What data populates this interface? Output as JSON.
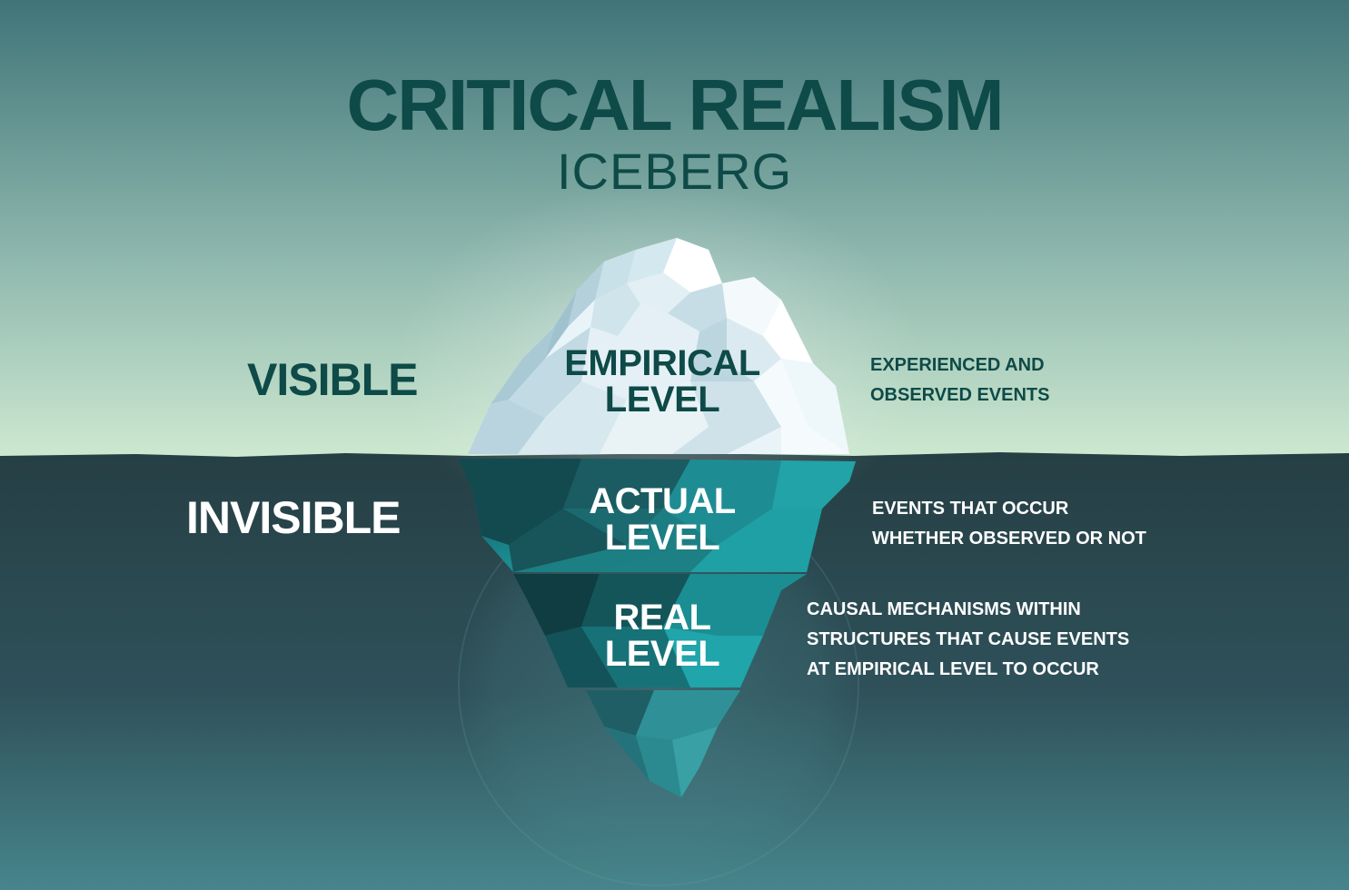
{
  "title": "CRITICAL REALISM",
  "subtitle": "ICEBERG",
  "zones": {
    "above": "VISIBLE",
    "below": "INVISIBLE"
  },
  "levels": [
    {
      "name_line1": "EMPIRICAL",
      "name_line2": "LEVEL",
      "description": [
        "EXPERIENCED AND",
        "OBSERVED EVENTS"
      ]
    },
    {
      "name_line1": "ACTUAL",
      "name_line2": "LEVEL",
      "description": [
        "EVENTS THAT OCCUR",
        "WHETHER OBSERVED OR NOT"
      ]
    },
    {
      "name_line1": "REAL",
      "name_line2": "LEVEL",
      "description": [
        "CAUSAL MECHANISMS WITHIN",
        "STRUCTURES THAT CAUSE EVENTS",
        "AT EMPIRICAL LEVEL TO OCCUR"
      ]
    }
  ],
  "colors": {
    "title_text": "#0e4a47",
    "sky_top": "#3f7478",
    "sky_bottom": "#d2ecd3",
    "water_top": "#253f44",
    "water_bottom": "#47858c",
    "ice": "#e8f4f8",
    "ice_underwater": "#1aa5a8"
  },
  "icons": [
    "iceberg-illustration"
  ]
}
